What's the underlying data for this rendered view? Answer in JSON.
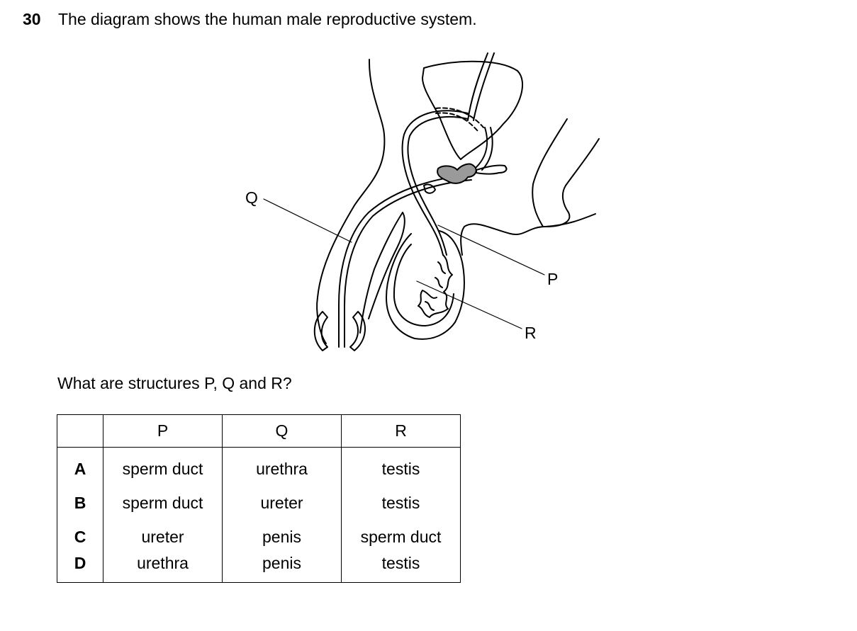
{
  "question": {
    "number": "30",
    "stem": "The diagram shows the human male reproductive system.",
    "prompt": "What are structures P, Q and R?"
  },
  "diagram": {
    "labels": {
      "p": "P",
      "q": "Q",
      "r": "R"
    }
  },
  "table": {
    "headers": [
      "",
      "P",
      "Q",
      "R"
    ],
    "rows": [
      {
        "letter": "A",
        "p": "sperm duct",
        "q": "urethra",
        "r": "testis"
      },
      {
        "letter": "B",
        "p": "sperm duct",
        "q": "ureter",
        "r": "testis"
      },
      {
        "letter": "C",
        "p": "ureter",
        "q": "penis",
        "r": "sperm duct"
      },
      {
        "letter": "D",
        "p": "urethra",
        "q": "penis",
        "r": "testis"
      }
    ]
  }
}
